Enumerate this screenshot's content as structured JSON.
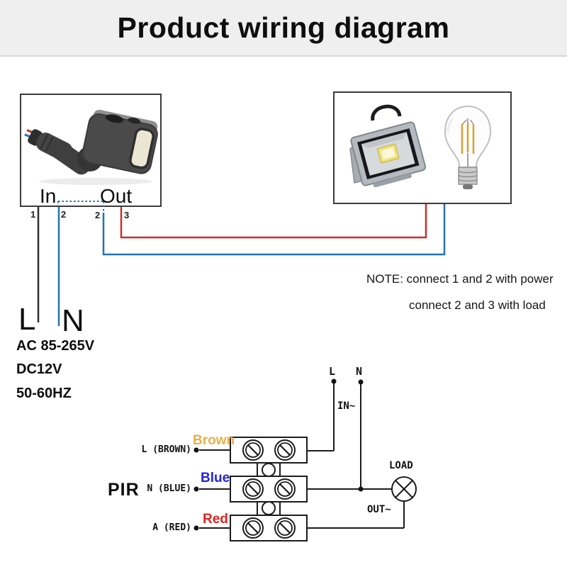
{
  "header": {
    "title": "Product wiring diagram"
  },
  "sensor_panel": {
    "in_label": "In",
    "out_label": "Out",
    "terminal_labels": [
      "1",
      "2",
      "2",
      "3"
    ]
  },
  "note": {
    "line1": "NOTE: connect 1 and 2 with power",
    "line2": "connect 2 and 3 with load"
  },
  "power_input": {
    "line_label": "L",
    "neutral_label": "N",
    "specs": [
      "AC 85-265V",
      "DC12V",
      "50-60HZ"
    ]
  },
  "lower_diagram": {
    "pir_label": "PIR",
    "rows": [
      {
        "terminal": "L (BROWN)",
        "wire": "Brown"
      },
      {
        "terminal": "N (BLUE)",
        "wire": "Blue"
      },
      {
        "terminal": "A (RED)",
        "wire": "Red"
      }
    ],
    "line_label": "L",
    "neutral_label": "N",
    "in_label": "IN~",
    "out_label": "OUT~",
    "load_label": "LOAD"
  },
  "colors": {
    "band-bg": "#efefef",
    "band-border": "#d6d6d6",
    "wire-red": "#c9302b",
    "wire-blue": "#2374ae",
    "wire-black": "#2e2e2e",
    "line-black": "#1c1c1c",
    "brown-label": "#e8b04a",
    "blue-label": "#2525d8",
    "red-label": "#e02320"
  }
}
